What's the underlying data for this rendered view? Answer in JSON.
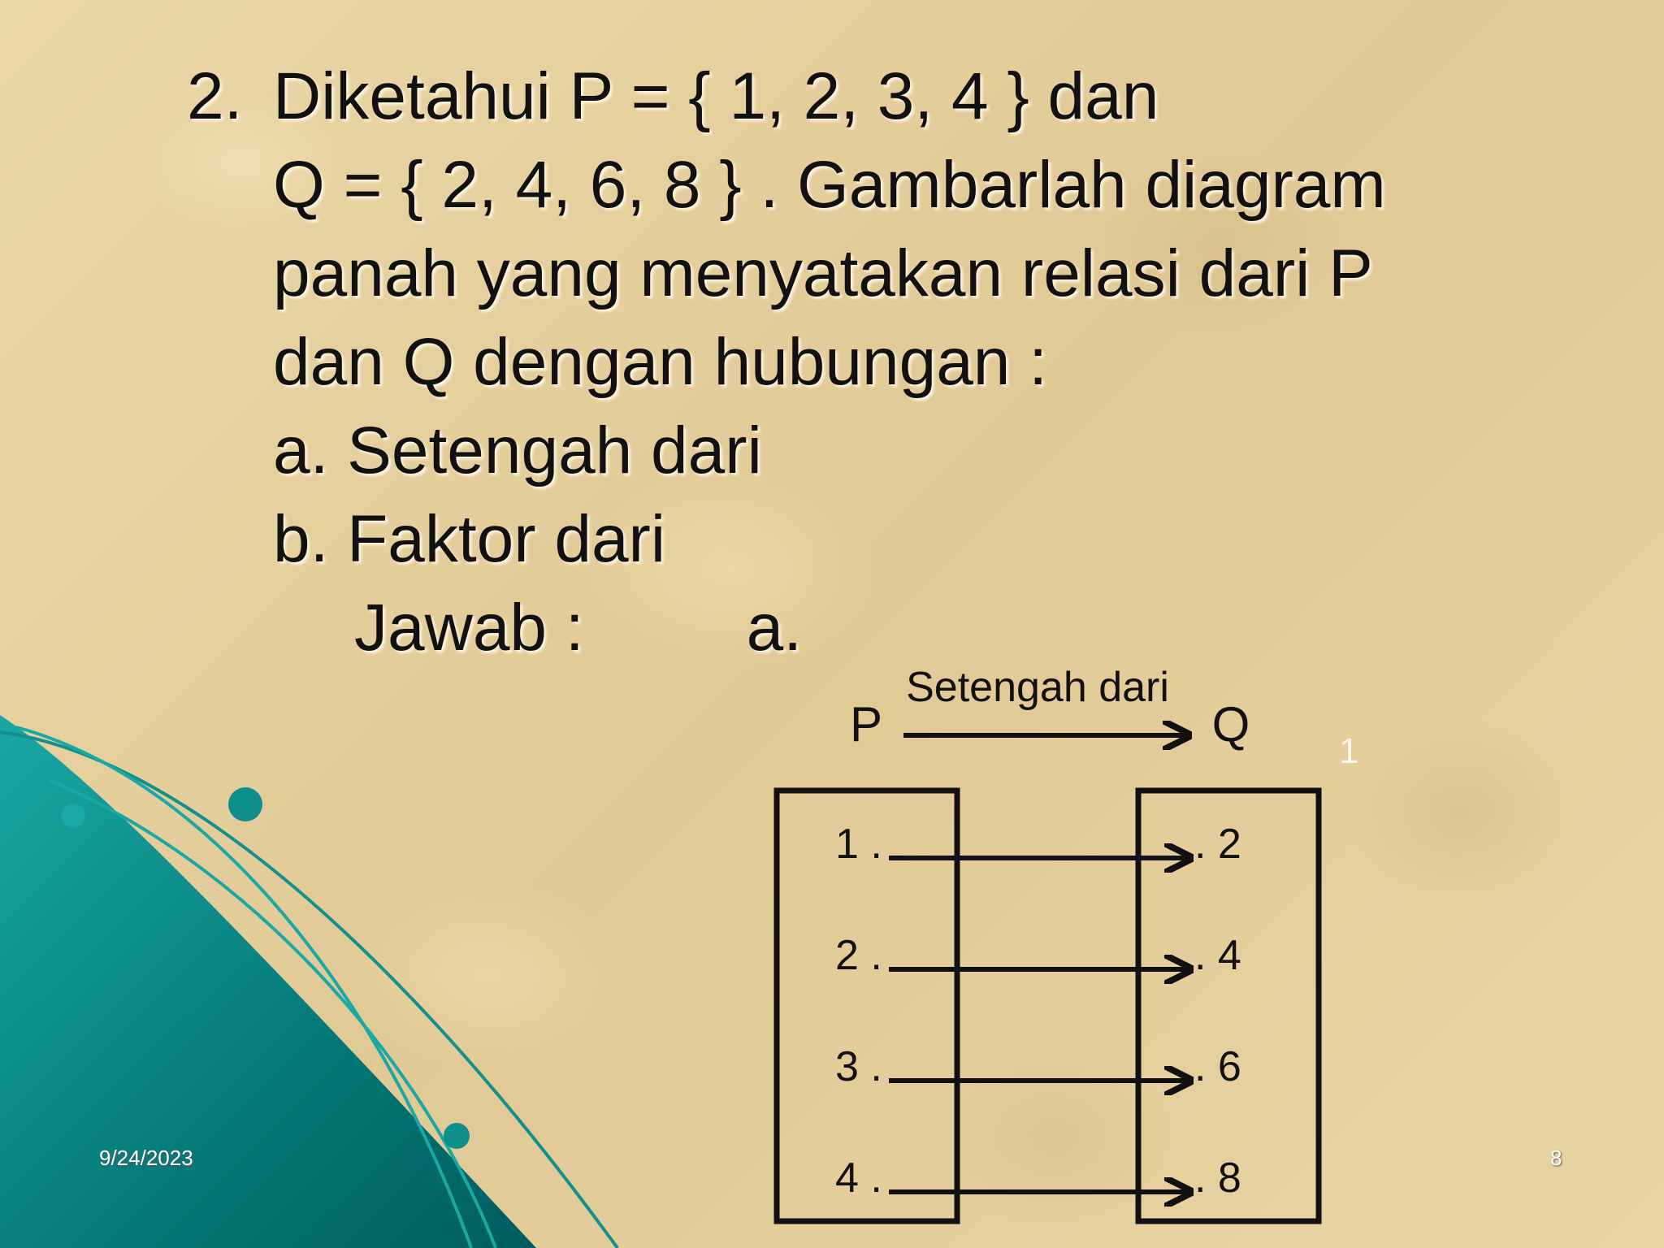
{
  "slide": {
    "question": {
      "number": "2.",
      "lines": [
        "Diketahui P = { 1, 2, 3, 4 } dan",
        "Q = { 2, 4, 6, 8 } . Gambarlah diagram",
        "panah yang menyatakan relasi dari P",
        "dan Q dengan hubungan :",
        "a. Setengah dari",
        "b. Faktor dari"
      ],
      "answer_label": "Jawab :",
      "answer_part": "a."
    },
    "footer": {
      "date": "9/24/2023",
      "page": "8"
    },
    "stray_mark": "1"
  },
  "diagram": {
    "left_set": "P",
    "right_set": "Q",
    "relation": "Setengah dari",
    "left_items": [
      "1 .",
      "2  .",
      "3  .",
      "4  ."
    ],
    "right_items": [
      ". 2",
      ". 4",
      ". 6",
      ". 8"
    ],
    "mapping": [
      [
        0,
        0
      ],
      [
        1,
        1
      ],
      [
        2,
        2
      ],
      [
        3,
        3
      ]
    ]
  },
  "colors": {
    "background": "#e6d2a0",
    "teal_dark": "#006b6b",
    "teal_light": "#1fb3ad",
    "text": "#111111"
  }
}
